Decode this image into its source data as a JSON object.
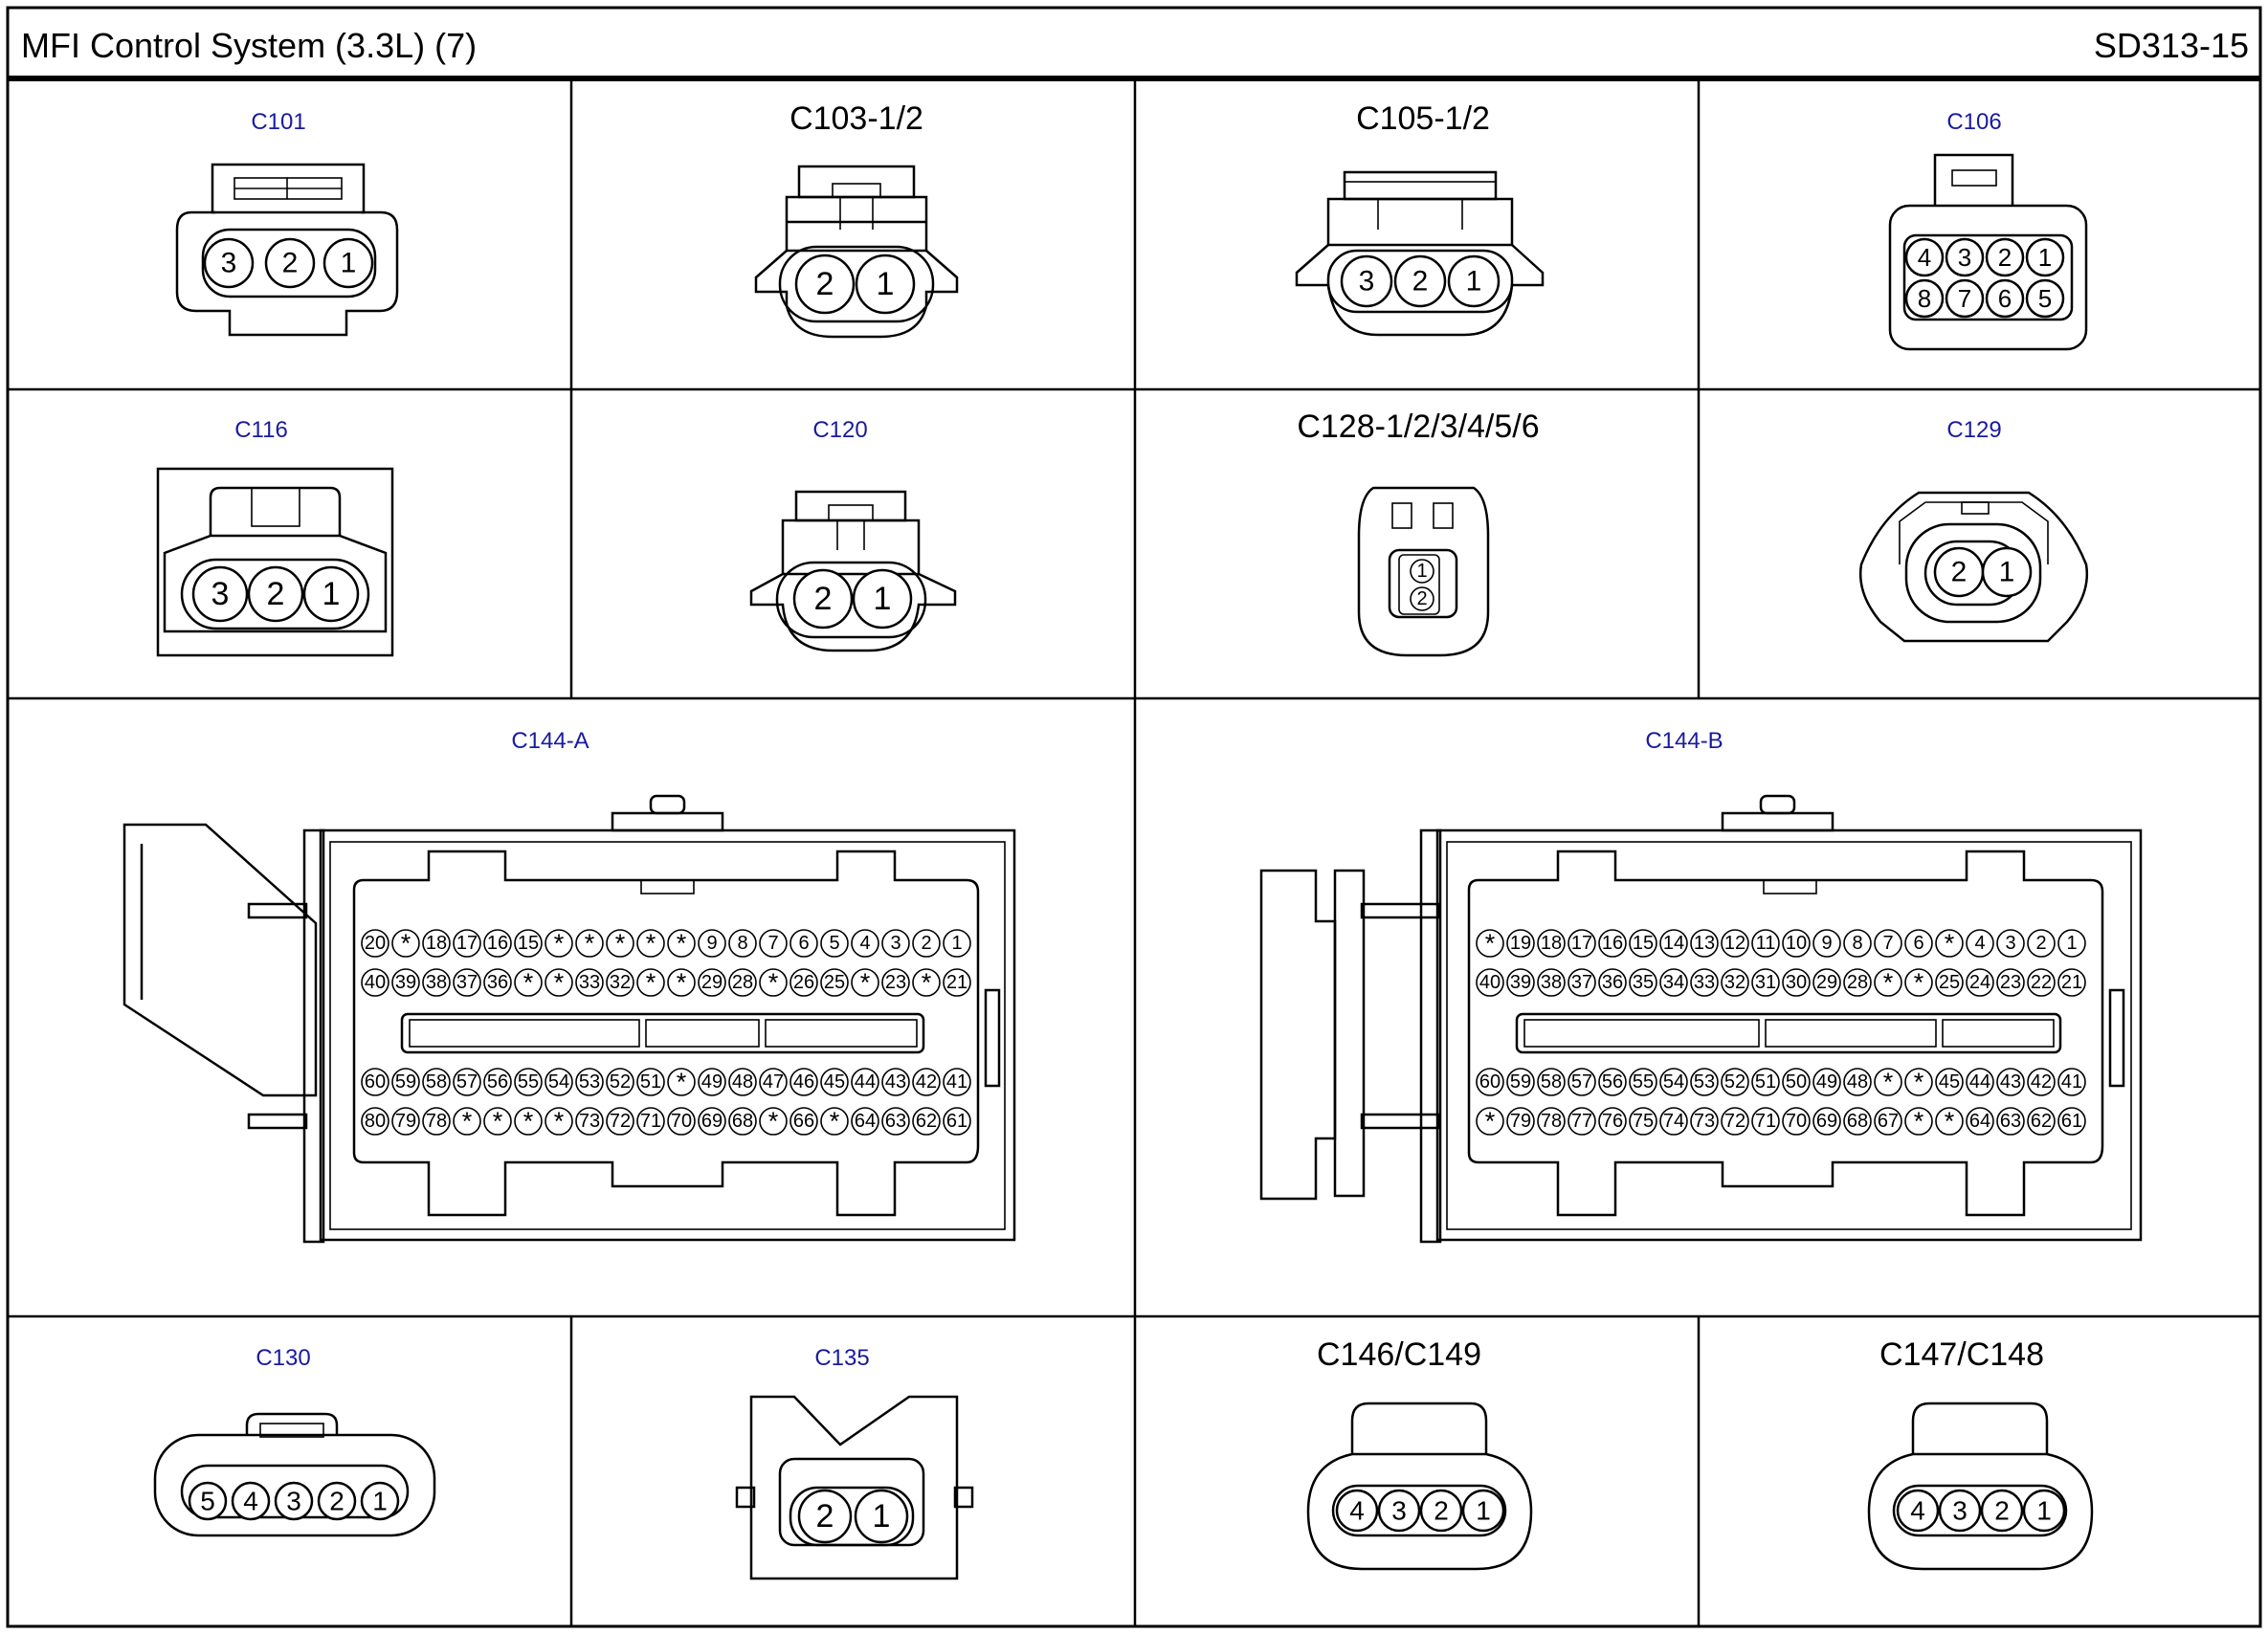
{
  "header": {
    "title": "MFI Control System (3.3L) (7)",
    "code": "SD313-15"
  },
  "connectors": [
    {
      "id": "c101",
      "label": "C101",
      "style": "blue"
    },
    {
      "id": "c103",
      "label": "C103-1/2",
      "style": "black"
    },
    {
      "id": "c105",
      "label": "C105-1/2",
      "style": "black"
    },
    {
      "id": "c106",
      "label": "C106",
      "style": "blue"
    },
    {
      "id": "c116",
      "label": "C116",
      "style": "blue"
    },
    {
      "id": "c120",
      "label": "C120",
      "style": "blue"
    },
    {
      "id": "c128",
      "label": "C128-1/2/3/4/5/6",
      "style": "black"
    },
    {
      "id": "c129",
      "label": "C129",
      "style": "blue"
    },
    {
      "id": "c144a",
      "label": "C144-A",
      "style": "blue"
    },
    {
      "id": "c144b",
      "label": "C144-B",
      "style": "blue"
    },
    {
      "id": "c130",
      "label": "C130",
      "style": "blue"
    },
    {
      "id": "c135",
      "label": "C135",
      "style": "blue"
    },
    {
      "id": "c146",
      "label": "C146/C149",
      "style": "black"
    },
    {
      "id": "c147",
      "label": "C147/C148",
      "style": "black"
    }
  ],
  "pins": {
    "c101": [
      "3",
      "2",
      "1"
    ],
    "c103": [
      "2",
      "1"
    ],
    "c105": [
      "3",
      "2",
      "1"
    ],
    "c106": [
      [
        "4",
        "3",
        "2",
        "1"
      ],
      [
        "8",
        "7",
        "6",
        "5"
      ]
    ],
    "c116": [
      "3",
      "2",
      "1"
    ],
    "c120": [
      "2",
      "1"
    ],
    "c128": [
      "1",
      "2"
    ],
    "c129": [
      "2",
      "1"
    ],
    "c130": [
      "5",
      "4",
      "3",
      "2",
      "1"
    ],
    "c135": [
      "2",
      "1"
    ],
    "c146": [
      "4",
      "3",
      "2",
      "1"
    ],
    "c147": [
      "4",
      "3",
      "2",
      "1"
    ],
    "c144a": [
      [
        "20",
        "*",
        "18",
        "17",
        "16",
        "15",
        "*",
        "*",
        "*",
        "*",
        "*",
        "9",
        "8",
        "7",
        "6",
        "5",
        "4",
        "3",
        "2",
        "1"
      ],
      [
        "40",
        "39",
        "38",
        "37",
        "36",
        "*",
        "*",
        "33",
        "32",
        "*",
        "*",
        "29",
        "28",
        "*",
        "26",
        "25",
        "*",
        "23",
        "*",
        "21"
      ],
      [
        "60",
        "59",
        "58",
        "57",
        "56",
        "55",
        "54",
        "53",
        "52",
        "51",
        "*",
        "49",
        "48",
        "47",
        "46",
        "45",
        "44",
        "43",
        "42",
        "41"
      ],
      [
        "80",
        "79",
        "78",
        "*",
        "*",
        "*",
        "*",
        "73",
        "72",
        "71",
        "70",
        "69",
        "68",
        "*",
        "66",
        "*",
        "64",
        "63",
        "62",
        "61"
      ]
    ],
    "c144b": [
      [
        "*",
        "19",
        "18",
        "17",
        "16",
        "15",
        "14",
        "13",
        "12",
        "11",
        "10",
        "9",
        "8",
        "7",
        "6",
        "*",
        "4",
        "3",
        "2",
        "1"
      ],
      [
        "40",
        "39",
        "38",
        "37",
        "36",
        "35",
        "34",
        "33",
        "32",
        "31",
        "30",
        "29",
        "28",
        "*",
        "*",
        "25",
        "24",
        "23",
        "22",
        "21"
      ],
      [
        "60",
        "59",
        "58",
        "57",
        "56",
        "55",
        "54",
        "53",
        "52",
        "51",
        "50",
        "49",
        "48",
        "*",
        "*",
        "45",
        "44",
        "43",
        "42",
        "41"
      ],
      [
        "*",
        "79",
        "78",
        "77",
        "76",
        "75",
        "74",
        "73",
        "72",
        "71",
        "70",
        "69",
        "68",
        "67",
        "*",
        "*",
        "64",
        "63",
        "62",
        "61"
      ]
    ]
  }
}
